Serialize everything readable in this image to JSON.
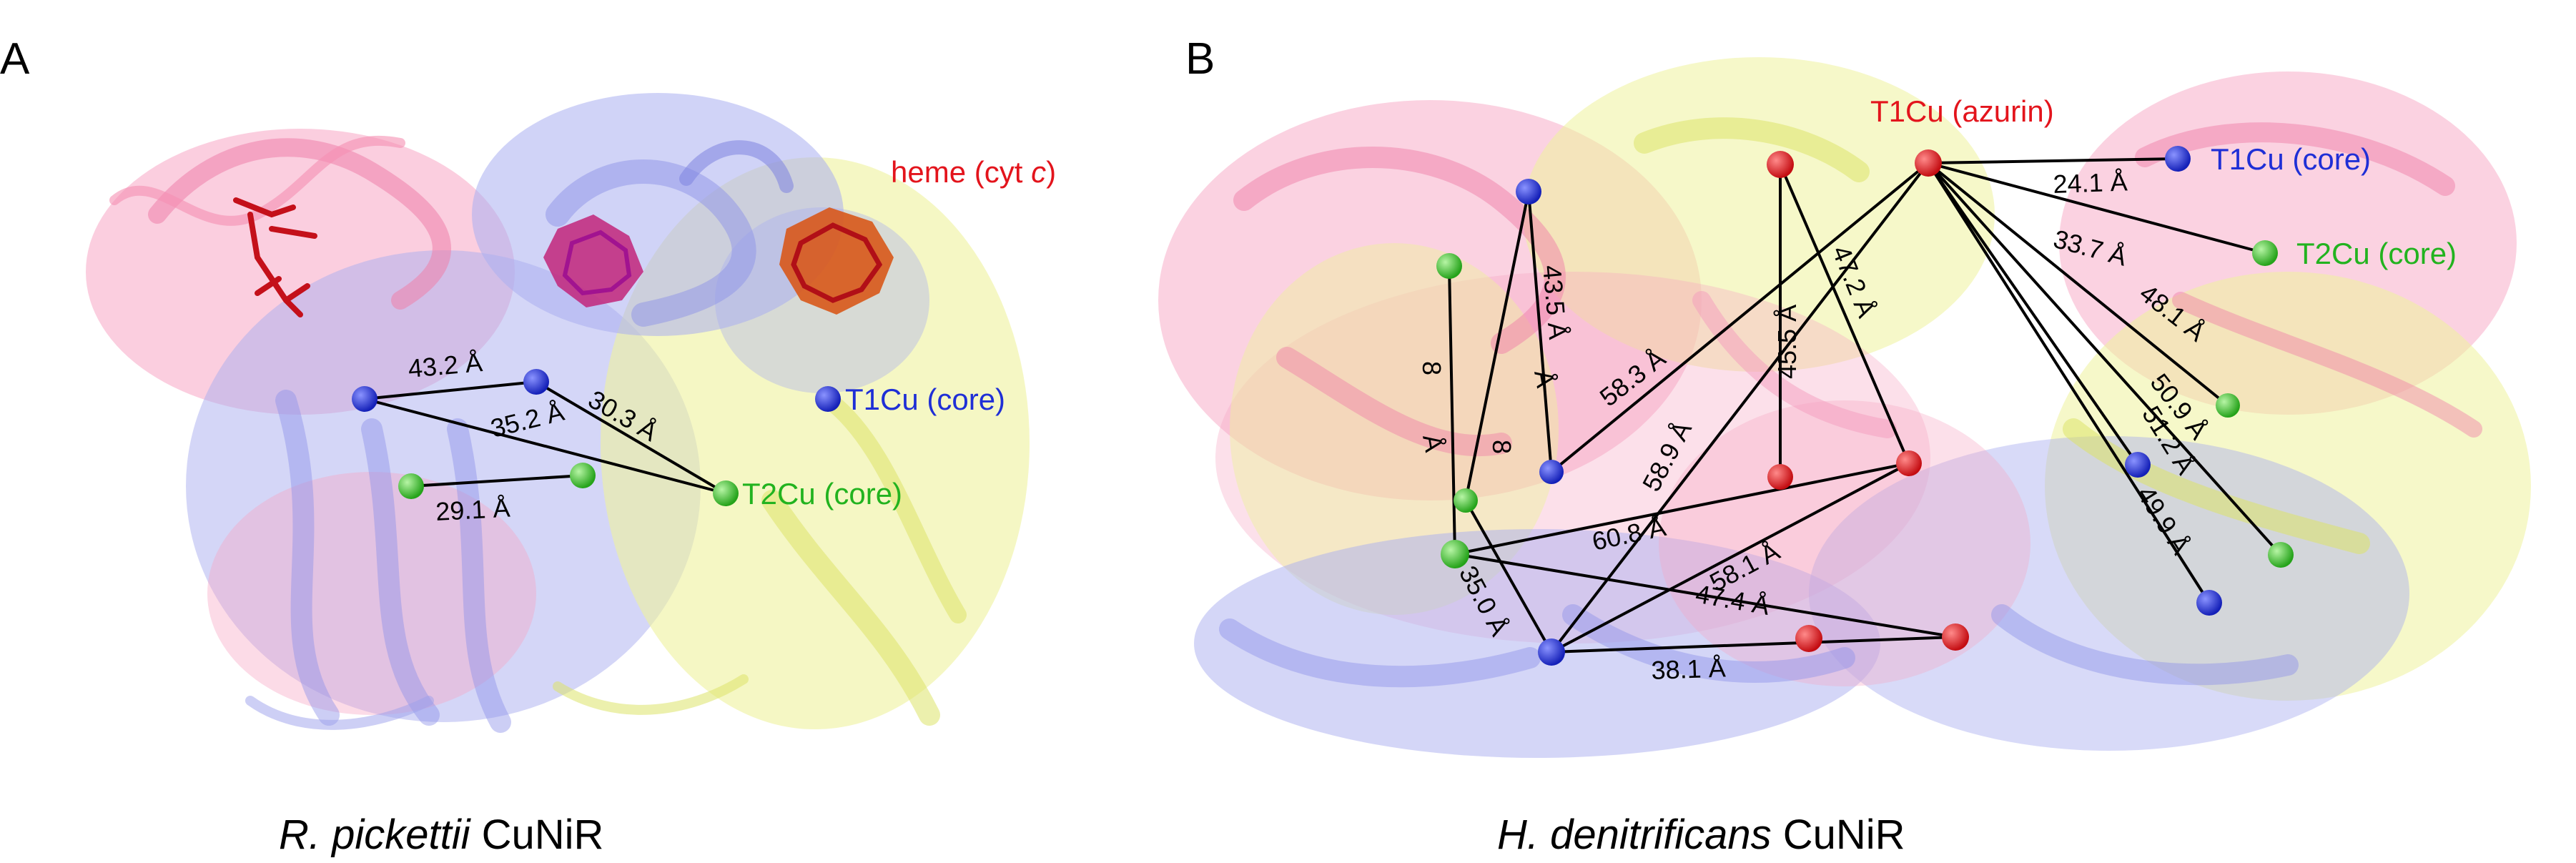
{
  "colors": {
    "t1cu": "#1f2fd6",
    "t2cu": "#22b31f",
    "heme": "#e3141c",
    "azurin": "#e3141c",
    "protein_pink": "#f7a6c4",
    "protein_blue": "#a9aef0",
    "protein_yellow": "#eef29c"
  },
  "panelA": {
    "letter": "A",
    "caption_italic": "R. pickettii",
    "caption_rest": " CuNiR",
    "labels": {
      "heme_prefix": "heme (cyt ",
      "heme_italic": "c",
      "heme_suffix": ")",
      "t1cu": "T1Cu (core)",
      "t2cu": "T2Cu (core)"
    },
    "distances": [
      "43.2 Å",
      "35.2 Å",
      "30.3 Å",
      "29.1 Å"
    ]
  },
  "panelB": {
    "letter": "B",
    "caption_italic": "H. denitrificans",
    "caption_rest": " CuNiR",
    "labels": {
      "azurin": "T1Cu (azurin)",
      "t1cu": "T1Cu (core)",
      "t2cu": "T2Cu (core)"
    },
    "distances": [
      "24.1 Å",
      "33.7 Å",
      "48.1 Å",
      "50.9 Å",
      "51.2 Å",
      "49.9 Å",
      "43.5 Å",
      "58.3 Å",
      "45.5 Å",
      "47.2 Å",
      "58.9 Å",
      "60.8 Å",
      "58.1 Å",
      "47.4 Å",
      "38.1 Å",
      "35.0 Å",
      "8",
      "8",
      "Å",
      "Å"
    ]
  }
}
